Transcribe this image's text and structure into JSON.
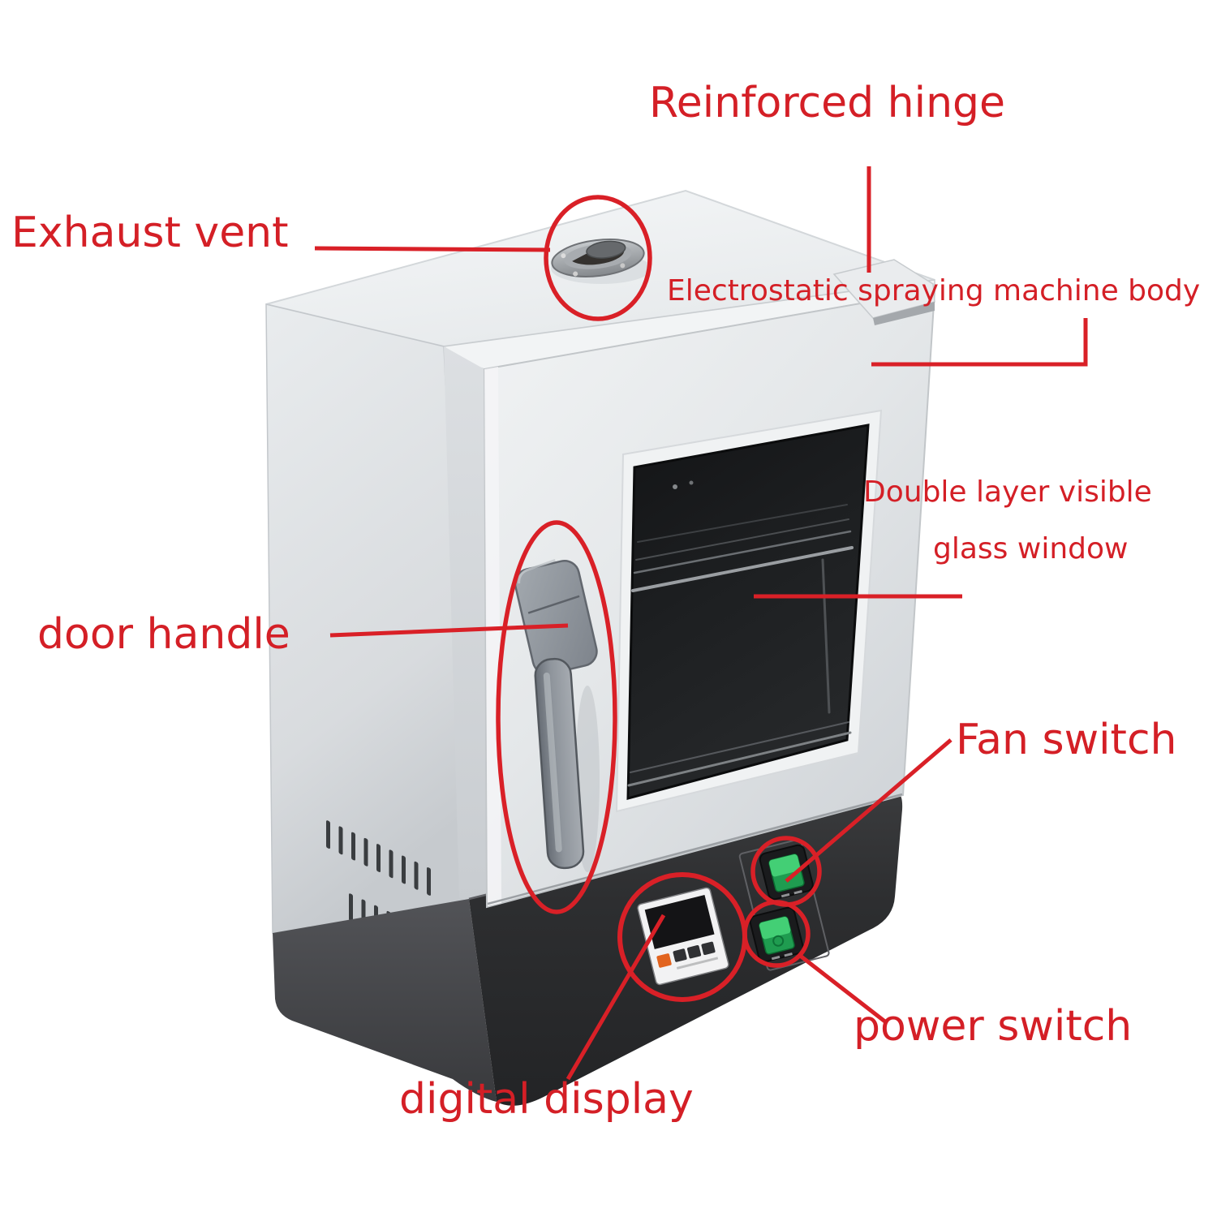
{
  "diagram": {
    "subject": "benchtop drying oven / electrostatic spraying machine, annotated parts diagram",
    "annotation_color": "#d92027",
    "colors": {
      "body_light": "#e9ecee",
      "door_light": "#eef0f2",
      "base_dark": "#2d2e30",
      "glass_dark": "#17181a",
      "switch_green": "#2fbf63",
      "display_button_orange": "#e2641f",
      "handle_gray": "#8b9097"
    }
  },
  "labels": {
    "reinforced_hinge": "Reinforced hinge",
    "exhaust_vent": "Exhaust vent",
    "machine_body": "Electrostatic spraying machine body",
    "window_line1": "Double layer visible",
    "window_line2": "glass window",
    "door_handle": "door handle",
    "fan_switch": "Fan switch",
    "power_switch": "power switch",
    "digital_display": "digital display"
  },
  "parts": [
    "reinforced-hinge",
    "exhaust-vent",
    "machine-body",
    "double-layer-glass-window",
    "door-handle",
    "fan-switch",
    "power-switch",
    "digital-display"
  ]
}
